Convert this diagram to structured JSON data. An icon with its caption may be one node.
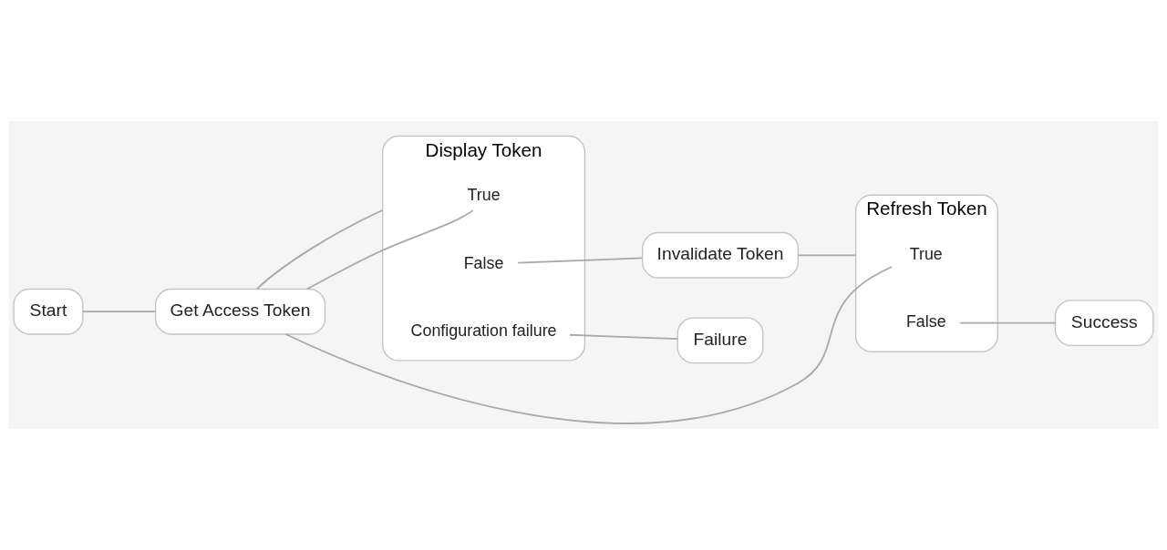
{
  "diagram": {
    "nodes": [
      {
        "text": [
          "Start"
        ]
      },
      {
        "text": [
          "Get Access Token"
        ]
      },
      {
        "text": [
          "Display Token"
        ]
      },
      {
        "text": [
          "True"
        ],
        "in": 2
      },
      {
        "text": [
          "False"
        ],
        "in": 2
      },
      {
        "text": [
          "Configuration failure"
        ],
        "in": 2
      },
      {
        "text": [
          "Invalidate Token"
        ]
      },
      {
        "text": [
          "Refresh Token"
        ]
      },
      {
        "text": [
          "True"
        ],
        "in": 7
      },
      {
        "text": [
          "False"
        ],
        "in": 7
      },
      {
        "text": [
          "Success"
        ]
      },
      {
        "text": [
          "Failure"
        ]
      }
    ],
    "edges": [
      {
        "from": 0,
        "to": 1,
        "arrow": "none"
      },
      {
        "from": 1,
        "to": 2,
        "arrow": "none"
      },
      {
        "from": 3,
        "to": 1,
        "arrow": "none"
      },
      {
        "from": 4,
        "to": 6,
        "arrow": "none"
      },
      {
        "from": 5,
        "to": 11,
        "arrow": "none"
      },
      {
        "from": 6,
        "to": 7,
        "arrow": "none"
      },
      {
        "from": 8,
        "to": 1,
        "arrow": "none"
      },
      {
        "from": 9,
        "to": 10,
        "arrow": "none"
      }
    ]
  }
}
